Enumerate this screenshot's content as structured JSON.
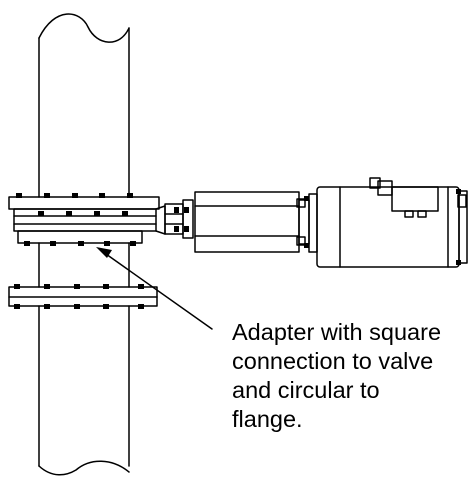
{
  "figure": {
    "callout_lines": [
      "Adapter with square",
      "connection to valve",
      "and circular to",
      "flange."
    ]
  },
  "colors": {
    "line": "#000000",
    "background": "#ffffff"
  }
}
